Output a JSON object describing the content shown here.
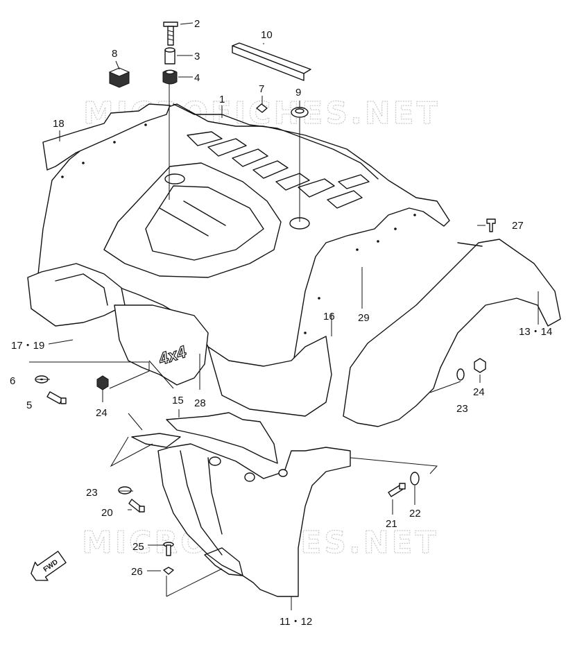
{
  "watermarks": [
    "MICROFICHES.NET",
    "MICROFICHES.NET"
  ],
  "fwd_badge": "FWD",
  "emboss_text": "4x4",
  "callouts": [
    {
      "id": "p1",
      "label": "1"
    },
    {
      "id": "p2",
      "label": "2"
    },
    {
      "id": "p3",
      "label": "3"
    },
    {
      "id": "p4",
      "label": "4"
    },
    {
      "id": "p5",
      "label": "5"
    },
    {
      "id": "p6",
      "label": "6"
    },
    {
      "id": "p7",
      "label": "7"
    },
    {
      "id": "p8",
      "label": "8"
    },
    {
      "id": "p9",
      "label": "9"
    },
    {
      "id": "p10",
      "label": "10"
    },
    {
      "id": "p11_12",
      "label": "11・12"
    },
    {
      "id": "p13_14",
      "label": "13・14"
    },
    {
      "id": "p15",
      "label": "15"
    },
    {
      "id": "p16",
      "label": "16"
    },
    {
      "id": "p17_19",
      "label": "17・19"
    },
    {
      "id": "p18",
      "label": "18"
    },
    {
      "id": "p20",
      "label": "20"
    },
    {
      "id": "p21",
      "label": "21"
    },
    {
      "id": "p22",
      "label": "22"
    },
    {
      "id": "p23a",
      "label": "23"
    },
    {
      "id": "p23b",
      "label": "23"
    },
    {
      "id": "p24a",
      "label": "24"
    },
    {
      "id": "p24b",
      "label": "24"
    },
    {
      "id": "p25",
      "label": "25"
    },
    {
      "id": "p26",
      "label": "26"
    },
    {
      "id": "p27",
      "label": "27"
    },
    {
      "id": "p28",
      "label": "28"
    },
    {
      "id": "p29",
      "label": "29"
    }
  ]
}
